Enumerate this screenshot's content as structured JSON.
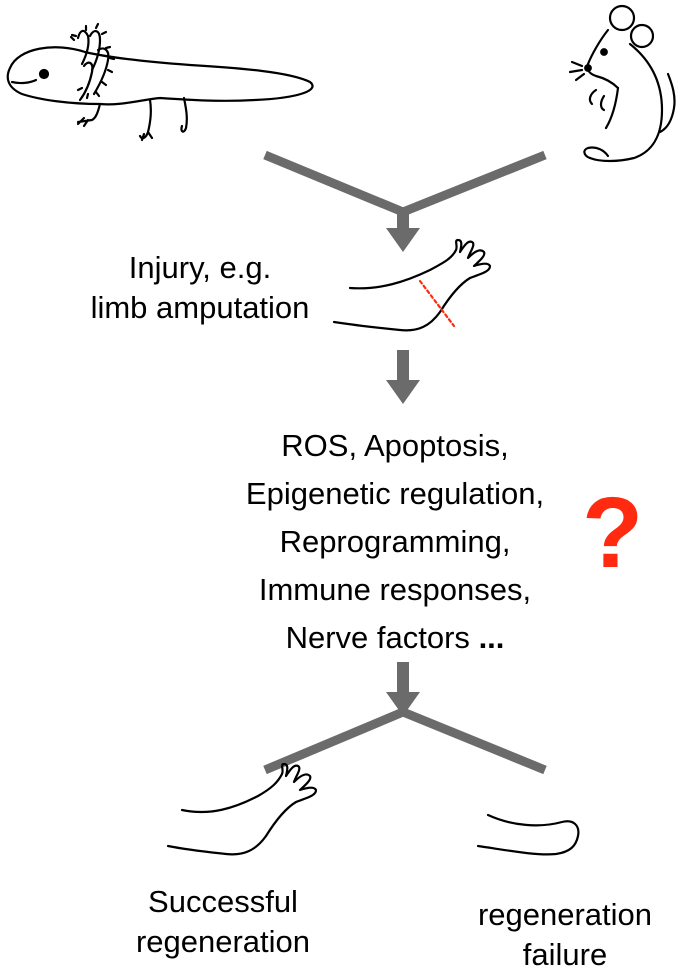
{
  "colors": {
    "arrow": "#6b6b6b",
    "question_mark": "#ff2a10",
    "cut_line": "#ff2a10",
    "outline": "#000000"
  },
  "icons": {
    "organism_left": "axolotl-icon",
    "organism_right": "mouse-icon",
    "injured_limb": "amputated-limb-icon",
    "regenerated_limb": "regenerated-limb-icon",
    "stump_limb": "limb-stump-icon"
  },
  "injury": {
    "line1": "Injury, e.g.",
    "line2": "limb amputation"
  },
  "factors": {
    "line1": "ROS, Apoptosis,",
    "line2": "Epigenetic regulation,",
    "line3": "Reprogramming,",
    "line4": "Immune responses,",
    "line5": "Nerve factors",
    "ellipsis": "..."
  },
  "question_mark": "?",
  "outcomes": {
    "success_line1": "Successful",
    "success_line2": "regeneration",
    "failure_line1": "regeneration",
    "failure_line2": "failure"
  }
}
